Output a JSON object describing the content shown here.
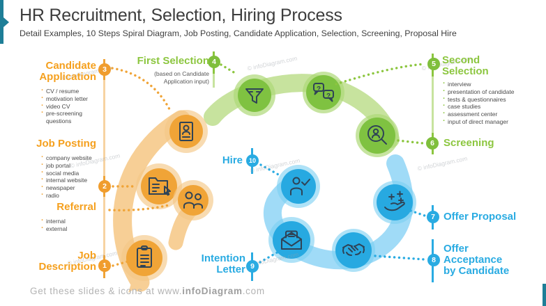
{
  "header": {
    "title": "HR Recruitment, Selection, Hiring Process",
    "subtitle": "Detail Examples, 10 Steps Spiral Diagram, Job Posting, Candidate Application, Selection, Screening, Proposal Hire"
  },
  "footer": {
    "prefix": "Get these slides & icons at www.",
    "brand": "infoDiagram",
    "suffix": ".com"
  },
  "watermark": "© infoDiagram.com",
  "colors": {
    "orange": "#F5A01E",
    "orange_light": "#F7CF96",
    "green": "#8CC63F",
    "green_light": "#C7E39E",
    "blue": "#29ABE2",
    "blue_light": "#A0DBF7",
    "teal_accent": "#1E7E97",
    "icon_line": "#2F4356"
  },
  "icons": {
    "question_mark": "?"
  },
  "steps": {
    "job_description": {
      "num": "1",
      "label": "Job Description",
      "icon": "clipboard-icon"
    },
    "job_posting": {
      "num": "2",
      "label": "Job Posting",
      "icon": "folder-select-icon",
      "bullets": [
        "company website",
        "job portal",
        "social media",
        "internal website",
        "newspaper",
        "radio"
      ]
    },
    "referral": {
      "label": "Referral",
      "icon": "people-conversation-icon",
      "bullets": [
        "internal",
        "external"
      ]
    },
    "candidate_application": {
      "num": "3",
      "label": "Candidate Application",
      "icon": "cv-document-icon",
      "bullets": [
        "CV / resume",
        "motivation letter",
        "video CV",
        "pre-screening questions"
      ]
    },
    "first_selection": {
      "num": "4",
      "label": "First Selection",
      "icon": "funnel-icon",
      "note": "(based on Candidate Application input)"
    },
    "second_selection": {
      "num": "5",
      "label": "Second Selection",
      "icon": "question-bubbles-icon",
      "bullets": [
        "interview",
        "presentation of candidate",
        "tests & questionnaires",
        "case studies",
        "assessment center",
        "input of direct manager"
      ]
    },
    "screening": {
      "num": "6",
      "label": "Screening",
      "icon": "candidate-magnifier-icon"
    },
    "offer_proposal": {
      "num": "7",
      "label": "Offer Proposal",
      "icon": "hand-benefits-icon"
    },
    "offer_acceptance": {
      "num": "8",
      "label": "Offer Acceptance by Candidate",
      "icon": "handshake-icon"
    },
    "intention_letter": {
      "num": "9",
      "label": "Intention Letter",
      "icon": "open-letter-icon"
    },
    "hire": {
      "num": "10",
      "label": "Hire",
      "icon": "person-check-icon"
    }
  }
}
